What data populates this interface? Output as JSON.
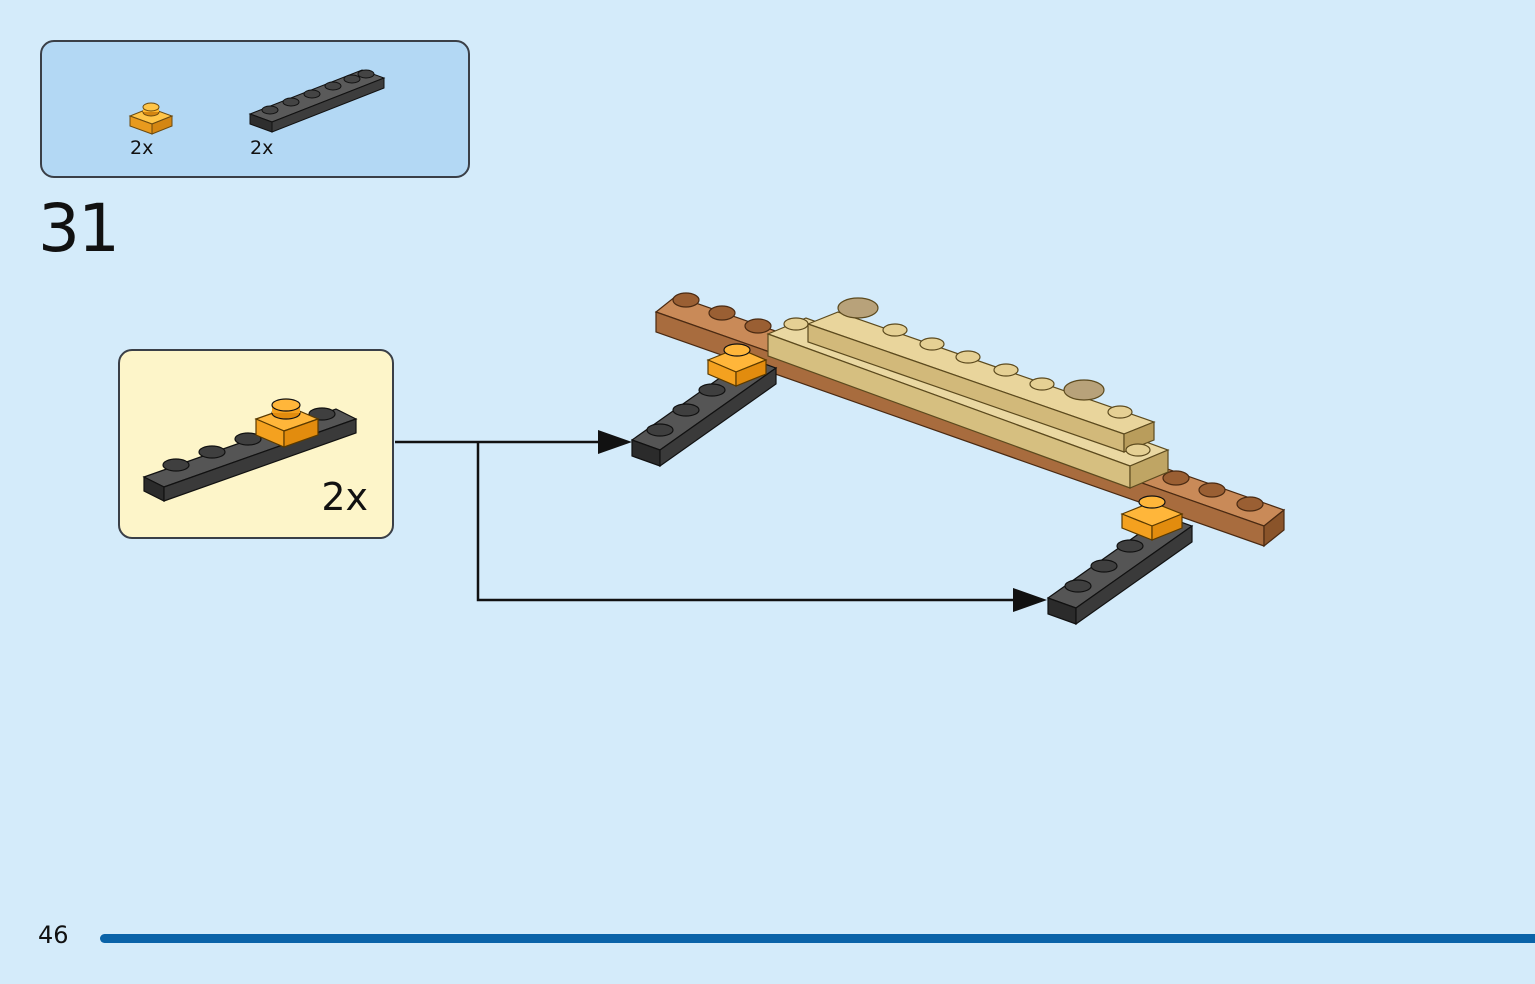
{
  "parts_list": {
    "items": [
      {
        "name": "orange-plate-1x1",
        "quantity": "2x",
        "color": "#f8b133"
      },
      {
        "name": "dark-grey-plate-1x6",
        "quantity": "2x",
        "color": "#3d3d3d"
      }
    ]
  },
  "step": {
    "number": "31"
  },
  "subassembly": {
    "quantity": "2x"
  },
  "page": {
    "number": "46"
  },
  "colors": {
    "background": "#d4ebfa",
    "parts_box": "#b3d8f4",
    "subassembly_box": "#fdf5c9",
    "rule": "#0a63a8",
    "orange": "#f8b133",
    "dark_grey": "#3d3d3d",
    "tan": "#e3cf98",
    "brown": "#b77a4d"
  }
}
